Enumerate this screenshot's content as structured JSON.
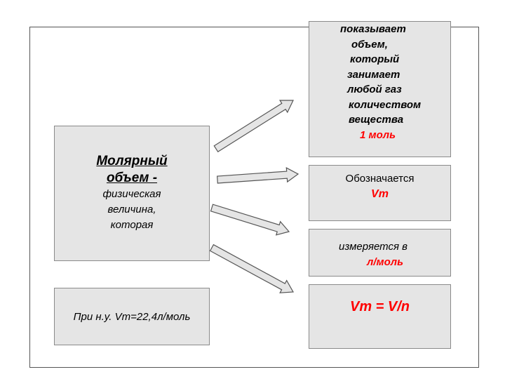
{
  "main_box": {
    "title_line1": "Молярный",
    "title_line2": "объем -",
    "desc_lines": [
      "физическая",
      "величина,",
      "которая"
    ]
  },
  "note_box": {
    "text": "При н.у. Vm=22,4л/моль"
  },
  "right_boxes": [
    {
      "lines": [
        "показывает",
        "объем,",
        "который",
        "занимает",
        "любой газ",
        "количеством",
        "вещества"
      ],
      "highlight": "1 моль"
    },
    {
      "text": "Обозначается",
      "highlight": "Vm"
    },
    {
      "text": "измеряется в",
      "highlight": "л/моль"
    },
    {
      "formula": "Vm = V/n"
    }
  ],
  "colors": {
    "box_fill": "#e5e5e5",
    "accent": "#ff0000",
    "arrow_fill": "#e5e5e5"
  },
  "icons": [
    "arrow-right-icon"
  ]
}
